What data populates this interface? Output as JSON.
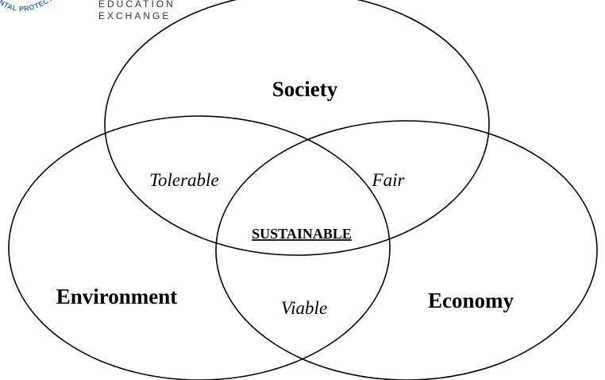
{
  "logo": {
    "arc_text": "NTAL PROTECT",
    "line1": "EDUCATION",
    "line2": "EXCHANGE",
    "arc_color": "#3a6fb0",
    "text_color": "#333333"
  },
  "venn": {
    "sets": {
      "society": "Society",
      "environment": "Environment",
      "economy": "Economy"
    },
    "overlaps": {
      "society_environment": "Tolerable",
      "society_economy": "Fair",
      "environment_economy": "Viable",
      "all": "SUSTAINABLE"
    },
    "stroke_color": "#000000"
  }
}
